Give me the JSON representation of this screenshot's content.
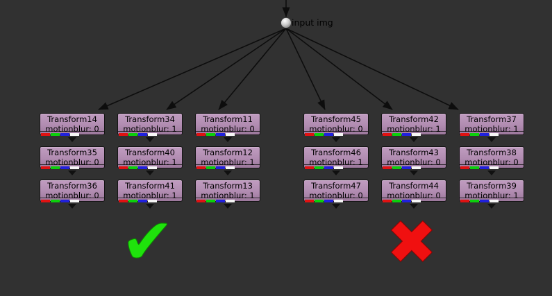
{
  "app": {
    "view": "node-graph"
  },
  "input_node": {
    "label": "input img"
  },
  "groups": [
    {
      "side": "left",
      "result": "pass",
      "nodes": [
        {
          "name": "Transform14",
          "info": "motionblur: 0"
        },
        {
          "name": "Transform34",
          "info": "motionblur: 1"
        },
        {
          "name": "Transform11",
          "info": "motionblur: 0"
        },
        {
          "name": "Transform35",
          "info": "motionblur: 0"
        },
        {
          "name": "Transform40",
          "info": "motionblur: 1"
        },
        {
          "name": "Transform12",
          "info": "motionblur: 1"
        },
        {
          "name": "Transform36",
          "info": "motionblur: 0"
        },
        {
          "name": "Transform41",
          "info": "motionblur: 1"
        },
        {
          "name": "Transform13",
          "info": "motionblur: 1"
        }
      ]
    },
    {
      "side": "right",
      "result": "fail",
      "nodes": [
        {
          "name": "Transform45",
          "info": "motionblur: 0"
        },
        {
          "name": "Transform42",
          "info": "motionblur: 1"
        },
        {
          "name": "Transform37",
          "info": "motionblur: 1"
        },
        {
          "name": "Transform46",
          "info": "motionblur: 1"
        },
        {
          "name": "Transform43",
          "info": "motionblur: 0"
        },
        {
          "name": "Transform38",
          "info": "motionblur: 0"
        },
        {
          "name": "Transform47",
          "info": "motionblur: 0"
        },
        {
          "name": "Transform44",
          "info": "motionblur: 0"
        },
        {
          "name": "Transform39",
          "info": "motionblur: 1"
        }
      ]
    }
  ],
  "marks": {
    "pass_glyph": "✔",
    "fail_glyph": "✖",
    "pass_color": "#1fe20c",
    "fail_color": "#f01010"
  },
  "colors": {
    "background": "#313131",
    "node_top": "#c09cc0",
    "node_bottom": "#9c789c",
    "node_border": "#141414",
    "wire": "#0d0d0d",
    "chip_red": "#e01212",
    "chip_green": "#0ccf0c",
    "chip_blue": "#2121dd",
    "chip_white": "#f5f5f5"
  }
}
